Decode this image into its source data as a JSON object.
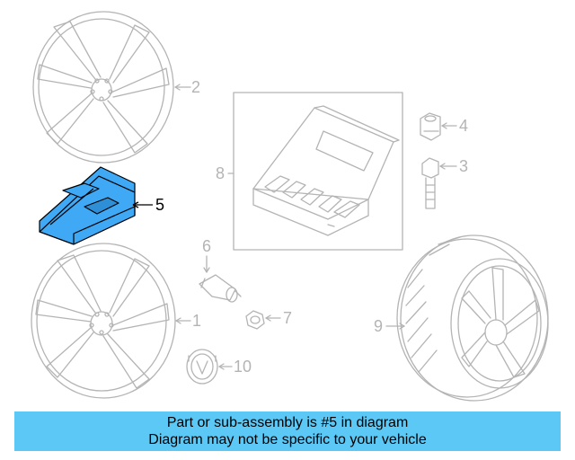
{
  "colors": {
    "line": "#b4b4b4",
    "highlight": "#3fa9f5",
    "highlight_outline": "#000000",
    "banner": "#5bc8f5"
  },
  "callouts": {
    "c1": "1",
    "c2": "2",
    "c3": "3",
    "c4": "4",
    "c5": "5",
    "c6": "6",
    "c7": "7",
    "c8": "8",
    "c9": "9",
    "c10": "10"
  },
  "banner": {
    "line1": "Part or sub-assembly is #5 in diagram",
    "line2": "Diagram may not be specific to your vehicle"
  }
}
